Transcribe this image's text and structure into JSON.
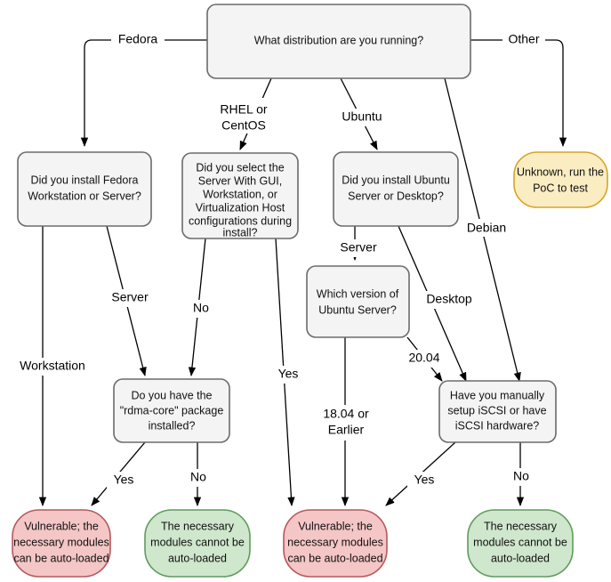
{
  "diagram": {
    "title": "Distribution vulnerability decision flowchart",
    "type": "flowchart",
    "colors": {
      "decision_fill": "#f4f4f4",
      "decision_stroke": "#6b6b6b",
      "vulnerable_fill": "#f5c6c6",
      "vulnerable_stroke": "#b4595d",
      "safe_fill": "#cfe7cd",
      "safe_stroke": "#5f9c5b",
      "unknown_fill": "#fbedc2",
      "unknown_stroke": "#d6a429",
      "edge_stroke": "#000000"
    },
    "nodes": {
      "root": "What distribution are you running?",
      "fedora_q": "Did you install Fedora Workstation or Server?",
      "rhel_q": "Did you select the Server With GUI, Workstation, or Virtualization Host configurations during install?",
      "ubuntu_q": "Did you install Ubuntu Server or Desktop?",
      "unknown_terminal": "Unknown, run the PoC to test",
      "ubuntu_version_q": "Which version of Ubuntu Server?",
      "rdma_q": "Do you have the \"rdma-core\" package installed?",
      "iscsi_q": "Have you manually setup iSCSI or have iSCSI hardware?",
      "vulnerable_1": "Vulnerable; the necessary modules can be auto-loaded",
      "safe_1": "The necessary modules cannot be auto-loaded",
      "vulnerable_2": "Vulnerable; the necessary modules can be auto-loaded",
      "safe_2": "The necessary modules cannot be auto-loaded"
    },
    "node_lines": {
      "root": [
        "What distribution are you running?"
      ],
      "fedora_q": [
        "Did you install Fedora",
        "Workstation or Server?"
      ],
      "rhel_q": [
        "Did you select the",
        "Server With GUI,",
        "Workstation, or",
        "Virtualization Host",
        "configurations during",
        "install?"
      ],
      "ubuntu_q": [
        "Did you install Ubuntu",
        "Server or Desktop?"
      ],
      "unknown_terminal": [
        "Unknown, run the",
        "PoC to test"
      ],
      "ubuntu_version_q": [
        "Which version of",
        "Ubuntu Server?"
      ],
      "rdma_q": [
        "Do you have the",
        "\"rdma-core\" package",
        "installed?"
      ],
      "iscsi_q": [
        "Have you manually",
        "setup iSCSI or have",
        "iSCSI hardware?"
      ],
      "vulnerable_1": [
        "Vulnerable; the",
        "necessary modules",
        "can be auto-loaded"
      ],
      "safe_1": [
        "The necessary",
        "modules cannot be",
        "auto-loaded"
      ],
      "vulnerable_2": [
        "Vulnerable; the",
        "necessary modules",
        "can be auto-loaded"
      ],
      "safe_2": [
        "The necessary",
        "modules cannot be",
        "auto-loaded"
      ]
    },
    "edge_labels": {
      "fedora": "Fedora",
      "rhel_centos_line1": "RHEL or",
      "rhel_centos_line2": "CentOS",
      "ubuntu": "Ubuntu",
      "other": "Other",
      "debian": "Debian",
      "server_fedora": "Server",
      "workstation": "Workstation",
      "rhel_no": "No",
      "rhel_yes": "Yes",
      "ubuntu_server": "Server",
      "ubuntu_desktop": "Desktop",
      "version_2004": "20.04",
      "version_1804_line1": "18.04 or",
      "version_1804_line2": "Earlier",
      "rdma_yes": "Yes",
      "rdma_no": "No",
      "iscsi_yes": "Yes",
      "iscsi_no": "No"
    }
  }
}
